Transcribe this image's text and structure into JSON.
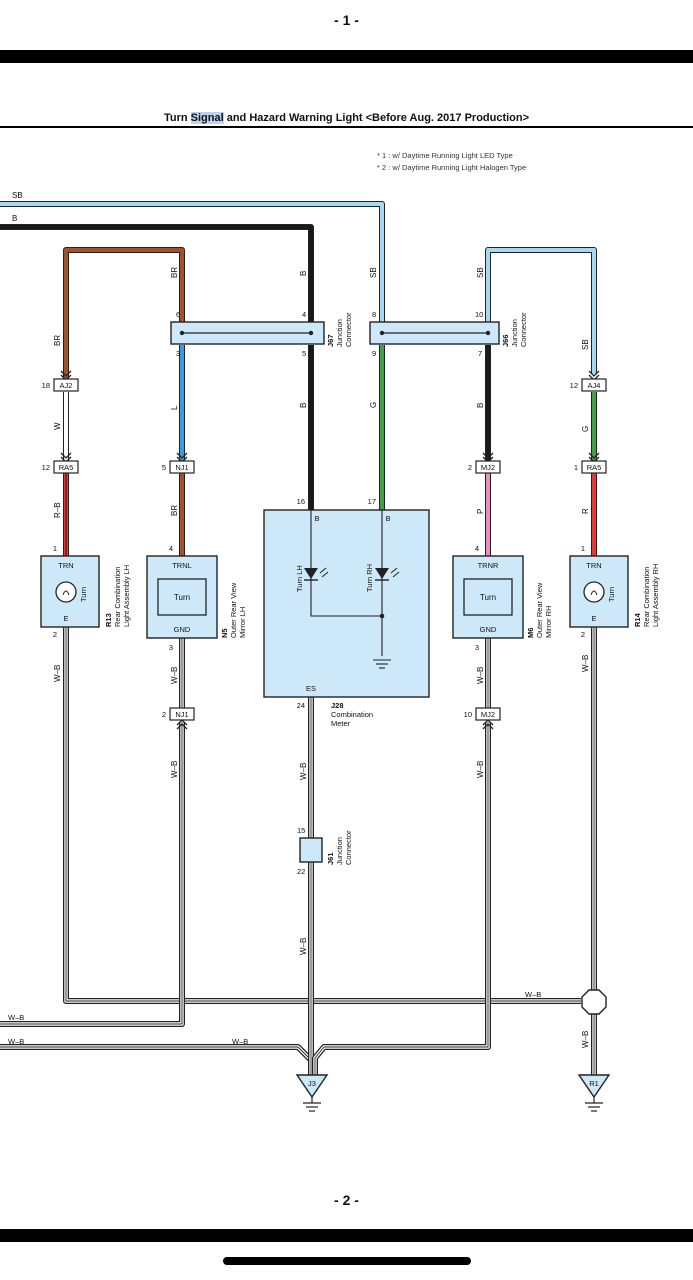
{
  "page": {
    "top_number": "- 1 -",
    "bottom_number": "- 2 -",
    "title_before": "Turn ",
    "title_highlight": "Signal",
    "title_after": " and Hazard Warning Light <Before Aug. 2017 Production>"
  },
  "notes": [
    "* 1 : w/ Daytime Running Light LED Type",
    "* 2 : w/ Daytime Running Light Halogen Type"
  ],
  "colors": {
    "SB": "#a6d8f2",
    "B": "#1a1a1a",
    "BR": "#a0522d",
    "L": "#3d9be0",
    "G": "#43a047",
    "P": "#e98fc0",
    "R": "#e53935",
    "W": "#ffffff",
    "box_fill": "#cde8f8",
    "outline": "#222222"
  },
  "wire_labels": {
    "sb_top": "SB",
    "b_top": "B",
    "br_left": "BR",
    "br_mid": "BR",
    "b_mid": "B",
    "sb_mid": "SB",
    "sb_right": "SB",
    "sb_far": "SB",
    "w_aj2": "W",
    "rb_r13": "R–B",
    "l_nj1": "L",
    "br_nj1": "BR",
    "b_j67": "B",
    "g_j66": "G",
    "b_j66": "B",
    "p_mj2": "P",
    "g_aj4": "G",
    "r_ra5": "R",
    "wb_r13": "W–B",
    "wb_n5": "W–B",
    "wb_n5_low": "W–B",
    "wb_j28": "W–B",
    "wb_j61": "W–B",
    "wb_m6": "W–B",
    "wb_m6_low": "W–B",
    "wb_r14": "W–B",
    "wb_r14_low": "W–B",
    "wb_h1": "W–B",
    "wb_h2": "W–B",
    "wb_h3": "W–B",
    "wb_h4": "W–B"
  },
  "junctions": {
    "j67": {
      "id": "J67",
      "name": "Junction\nConnector",
      "pins": [
        "6",
        "4",
        "3",
        "5"
      ]
    },
    "j66": {
      "id": "J66",
      "name": "Junction\nConnector",
      "pins": [
        "8",
        "10",
        "9",
        "7"
      ]
    },
    "j61": {
      "id": "J61",
      "name": "Junction\nConnector",
      "pins": [
        "15",
        "22"
      ]
    }
  },
  "connectors": {
    "aj2": {
      "label": "AJ2",
      "pin": "18"
    },
    "ra5_left": {
      "label": "RA5",
      "pin": "12"
    },
    "nj1_top": {
      "label": "NJ1",
      "pin": "5"
    },
    "mj2_top": {
      "label": "MJ2",
      "pin": "2"
    },
    "aj4": {
      "label": "AJ4",
      "pin": "12"
    },
    "ra5_right": {
      "label": "RA5",
      "pin": "1"
    },
    "nj1_bot": {
      "label": "NJ1",
      "pin": "2"
    },
    "mj2_bot": {
      "label": "MJ2",
      "pin": "10"
    }
  },
  "components": {
    "r13": {
      "id": "R13",
      "name": "Rear Combination\nLight Assembly LH",
      "pin_top": "1",
      "pin_bot": "2",
      "label_top": "TRN",
      "label_bot": "E",
      "lamp": "Turn"
    },
    "n5": {
      "id": "N5",
      "name": "Outer Rear View\nMirror LH",
      "pin_top": "4",
      "pin_bot": "3",
      "label_top": "TRNL",
      "label_bot": "GND",
      "inner": "Turn"
    },
    "j28": {
      "id": "J28",
      "name": "Combination\nMeter",
      "pin_l": "16",
      "pin_r": "17",
      "pin_bot": "24",
      "label_l": "B",
      "label_r": "B",
      "label_bot": "ES",
      "led_l": "Turn LH",
      "led_r": "Turn RH"
    },
    "m6": {
      "id": "M6",
      "name": "Outer Rear View\nMirror RH",
      "pin_top": "4",
      "pin_bot": "3",
      "label_top": "TRNR",
      "label_bot": "GND",
      "inner": "Turn"
    },
    "r14": {
      "id": "R14",
      "name": "Rear Combination\nLight Assembly RH",
      "pin_top": "1",
      "pin_bot": "2",
      "label_top": "TRN",
      "label_bot": "E",
      "lamp": "Turn"
    }
  },
  "grounds": {
    "j3": "J3",
    "r1": "R1"
  }
}
